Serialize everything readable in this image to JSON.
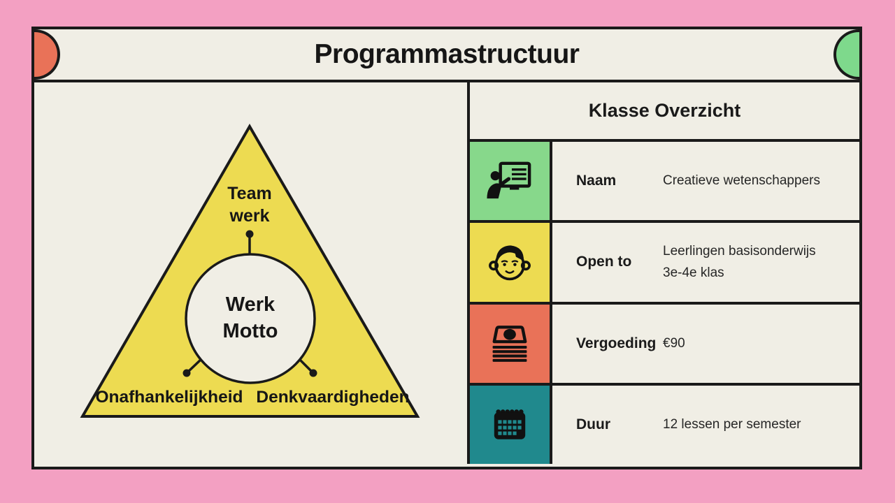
{
  "title": "Programmastructuur",
  "diagram": {
    "top_label": [
      "Team",
      "werk"
    ],
    "center_label": [
      "Werk",
      "Motto"
    ],
    "bottom_left_label": "Onafhankelijkheid",
    "bottom_right_label": "Denkvaardigheden",
    "triangle_color": "#EDDB51",
    "circle_color": "#F0EEE5"
  },
  "overview": {
    "title": "Klasse Overzicht",
    "rows": [
      {
        "icon": "teacher-presentation-icon",
        "icon_bg": "#87D88B",
        "label": "Naam",
        "value": "Creatieve wetenschappers"
      },
      {
        "icon": "child-face-icon",
        "icon_bg": "#EDDB51",
        "label": "Open to",
        "value_lines": [
          "Leerlingen basisonderwijs",
          "3e-4e klas"
        ]
      },
      {
        "icon": "money-stack-icon",
        "icon_bg": "#E97258",
        "label": "Vergoeding",
        "value": "€90"
      },
      {
        "icon": "calendar-icon",
        "icon_bg": "#20898D",
        "label": "Duur",
        "value": "12 lessen per semester"
      }
    ]
  },
  "decorations": {
    "left_semicircle_color": "#E97258",
    "right_semicircle_color": "#7ED98C"
  },
  "colors": {
    "background": "#F3A0C2",
    "panel": "#F0EEE5",
    "outline": "#1A1A1A"
  }
}
